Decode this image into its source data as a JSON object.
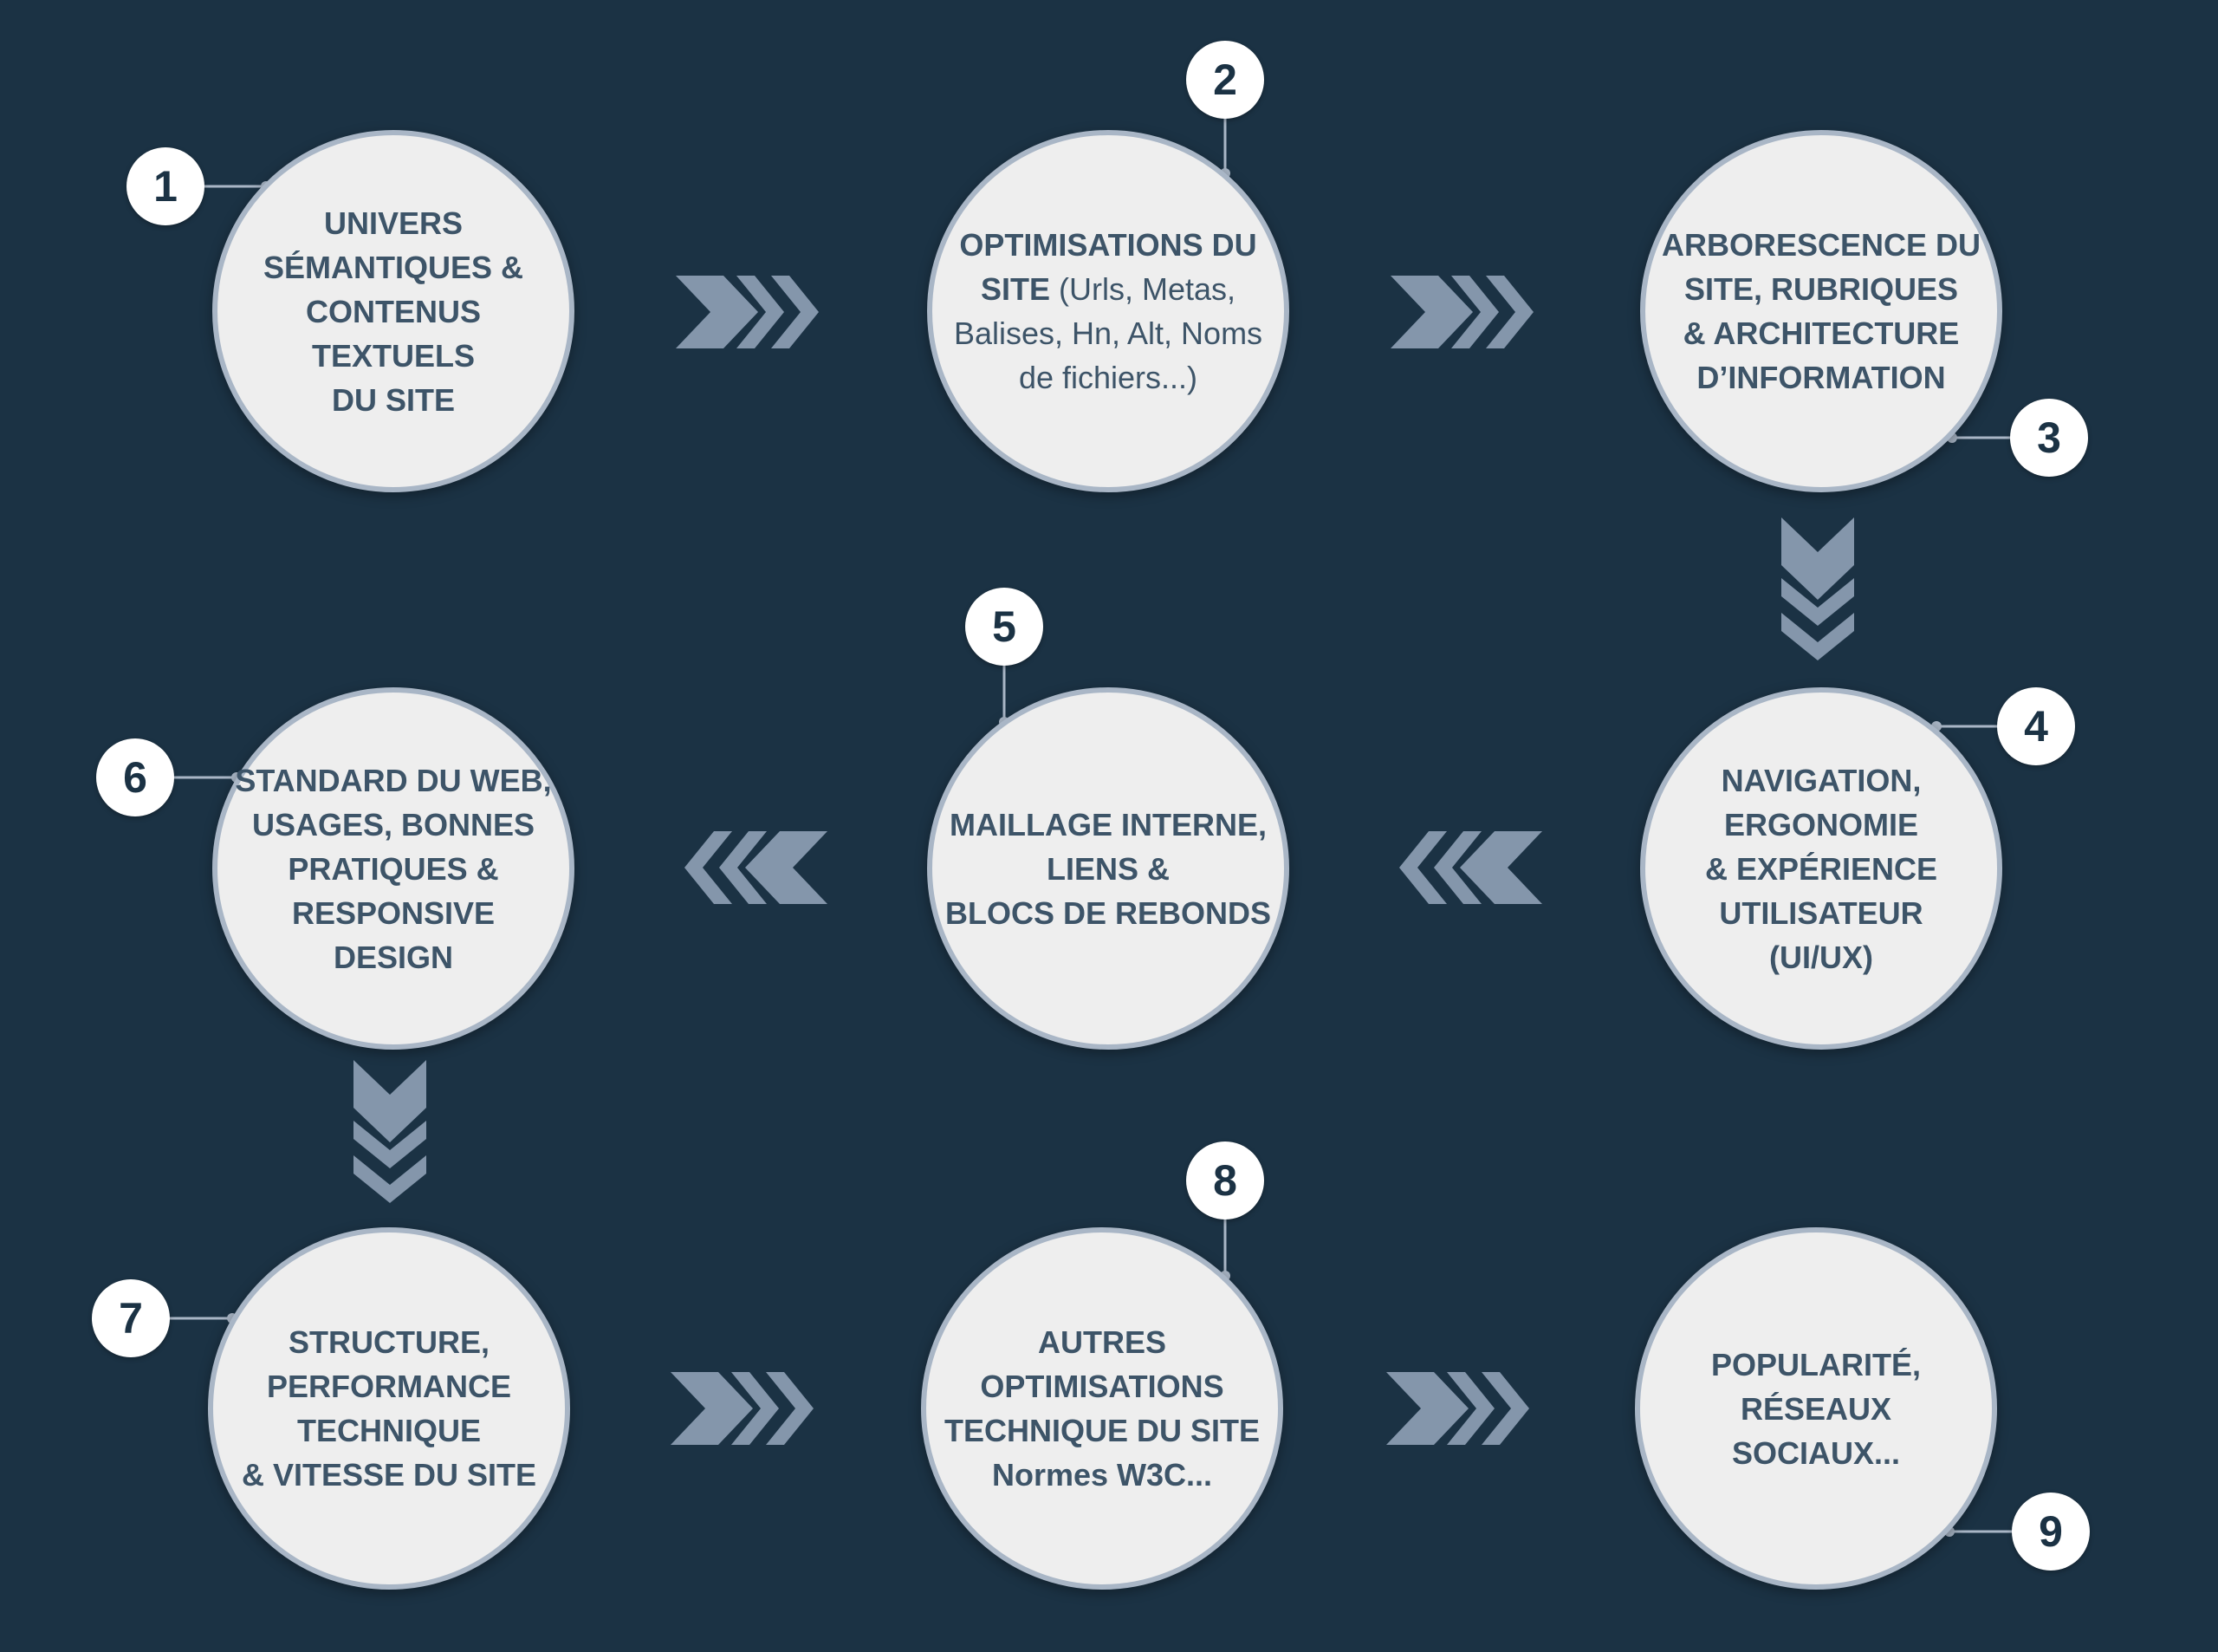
{
  "theme": {
    "background": "#1b3244",
    "circle_fill": "#eeeeee",
    "circle_border": "#a9b6c6",
    "text_color": "#3d5468",
    "arrow_color": "#8496ab",
    "badge_fill": "#ffffff",
    "badge_text": "#1b3244"
  },
  "steps": [
    {
      "number": "1",
      "lines": [
        {
          "text": "UNIVERS",
          "bold": true
        },
        {
          "text": "SÉMANTIQUES &",
          "bold": true
        },
        {
          "text": "CONTENUS TEXTUELS",
          "bold": true
        },
        {
          "text": "DU SITE",
          "bold": true
        }
      ]
    },
    {
      "number": "2",
      "lines": [
        {
          "text": "OPTIMISATIONS DU",
          "bold": true
        },
        {
          "parts": [
            {
              "text": "SITE",
              "bold": true
            },
            {
              "text": " (Urls, Metas,",
              "bold": false
            }
          ]
        },
        {
          "text": "Balises, Hn, Alt, Noms",
          "bold": false
        },
        {
          "text": "de fichiers...)",
          "bold": false
        }
      ]
    },
    {
      "number": "3",
      "lines": [
        {
          "text": "ARBORESCENCE DU",
          "bold": true
        },
        {
          "text": "SITE, RUBRIQUES",
          "bold": true
        },
        {
          "text": "& ARCHITECTURE",
          "bold": true
        },
        {
          "text": "D’INFORMATION",
          "bold": true
        }
      ]
    },
    {
      "number": "4",
      "lines": [
        {
          "text": "NAVIGATION,",
          "bold": true
        },
        {
          "text": "ERGONOMIE",
          "bold": true
        },
        {
          "text": "& EXPÉRIENCE",
          "bold": true
        },
        {
          "text": "UTILISATEUR",
          "bold": true
        },
        {
          "text": "(UI/UX)",
          "bold": true
        }
      ]
    },
    {
      "number": "5",
      "lines": [
        {
          "text": "MAILLAGE INTERNE,",
          "bold": true
        },
        {
          "text": "LIENS &",
          "bold": true
        },
        {
          "text": "BLOCS DE REBONDS",
          "bold": true
        }
      ]
    },
    {
      "number": "6",
      "lines": [
        {
          "text": "STANDARD DU WEB,",
          "bold": true
        },
        {
          "text": "USAGES, BONNES",
          "bold": true
        },
        {
          "text": "PRATIQUES &",
          "bold": true
        },
        {
          "text": "RESPONSIVE DESIGN",
          "bold": true
        }
      ]
    },
    {
      "number": "7",
      "lines": [
        {
          "text": "STRUCTURE,",
          "bold": true
        },
        {
          "text": "PERFORMANCE",
          "bold": true
        },
        {
          "text": "TECHNIQUE",
          "bold": true
        },
        {
          "text": "& VITESSE DU SITE",
          "bold": true
        }
      ]
    },
    {
      "number": "8",
      "lines": [
        {
          "text": "AUTRES",
          "bold": true
        },
        {
          "text": "OPTIMISATIONS",
          "bold": true
        },
        {
          "text": "TECHNIQUE DU SITE",
          "bold": true
        },
        {
          "text": "Normes W3C...",
          "bold": true
        }
      ]
    },
    {
      "number": "9",
      "lines": [
        {
          "text": "POPULARITÉ,",
          "bold": true
        },
        {
          "text": "RÉSEAUX SOCIAUX...",
          "bold": true
        }
      ]
    }
  ],
  "connectors": [
    {
      "from": 1,
      "to": 2,
      "direction": "right"
    },
    {
      "from": 2,
      "to": 3,
      "direction": "right"
    },
    {
      "from": 3,
      "to": 4,
      "direction": "down"
    },
    {
      "from": 4,
      "to": 5,
      "direction": "left"
    },
    {
      "from": 5,
      "to": 6,
      "direction": "left"
    },
    {
      "from": 6,
      "to": 7,
      "direction": "down"
    },
    {
      "from": 7,
      "to": 8,
      "direction": "right"
    },
    {
      "from": 8,
      "to": 9,
      "direction": "right"
    }
  ]
}
